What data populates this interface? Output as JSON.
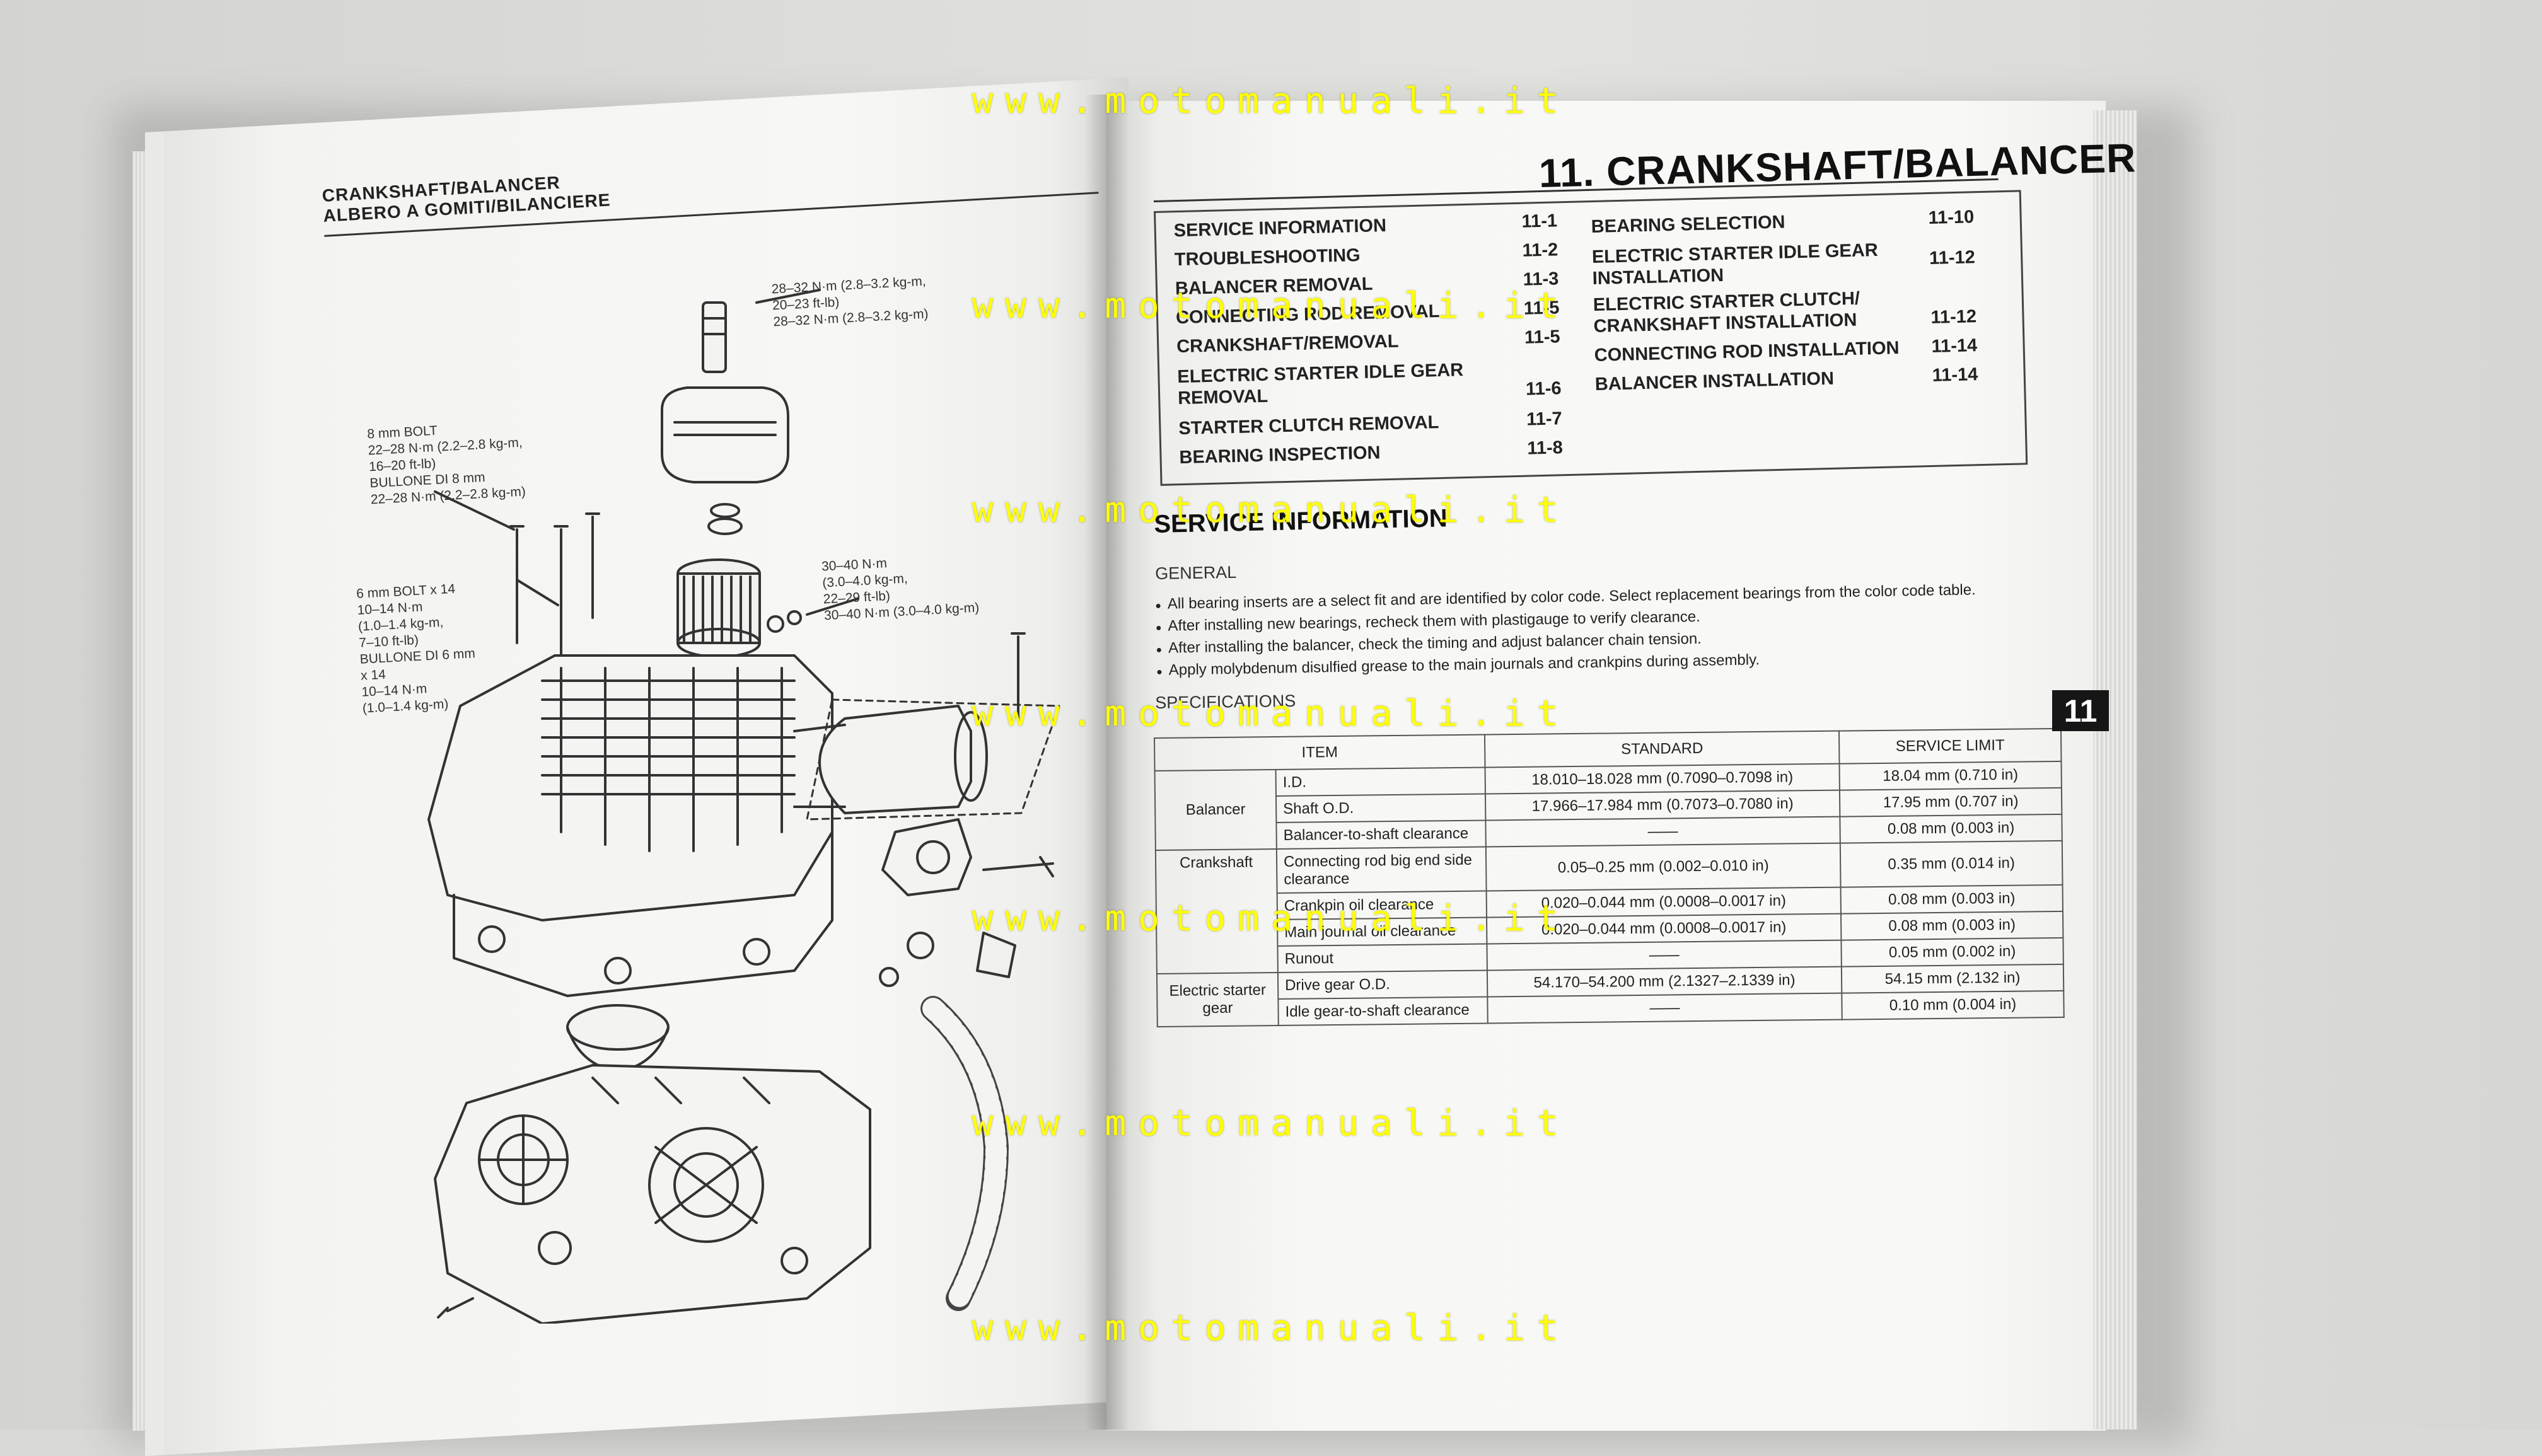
{
  "left_page": {
    "header_line1": "CRANKSHAFT/BALANCER",
    "header_line2": "ALBERO A GOMITI/BILANCIERE",
    "callouts": {
      "torque_top": "28–32 N·m (2.8–3.2 kg-m,\n20–23 ft-lb)\n28–32 N·m (2.8–3.2 kg-m)",
      "bolt_8mm": "8 mm BOLT\n22–28 N·m (2.2–2.8 kg-m,\n16–20 ft-lb)\nBULLONE DI 8 mm\n22–28 N·m (2.2–2.8 kg-m)",
      "bolt_6mm": "6 mm BOLT x 14\n10–14 N·m\n(1.0–1.4 kg-m,\n7–10 ft-lb)\nBULLONE DI 6 mm\nx 14\n10–14 N·m\n(1.0–1.4 kg-m)",
      "torque_right": "30–40 N·m\n(3.0–4.0 kg-m,\n22–29 ft-lb)\n30–40 N·m (3.0–4.0 kg-m)"
    }
  },
  "right_page": {
    "chapter_title": "11. CRANKSHAFT/BALANCER",
    "toc_left": [
      {
        "label": "SERVICE INFORMATION",
        "page": "11-1"
      },
      {
        "label": "TROUBLESHOOTING",
        "page": "11-2"
      },
      {
        "label": "BALANCER REMOVAL",
        "page": "11-3"
      },
      {
        "label": "CONNECTING ROD REMOVAL",
        "page": "11-5"
      },
      {
        "label": "CRANKSHAFT/REMOVAL",
        "page": "11-5"
      },
      {
        "label": "ELECTRIC STARTER IDLE GEAR\nREMOVAL",
        "page": "11-6"
      },
      {
        "label": "STARTER CLUTCH REMOVAL",
        "page": "11-7"
      },
      {
        "label": "BEARING INSPECTION",
        "page": "11-8"
      }
    ],
    "toc_right": [
      {
        "label": "BEARING SELECTION",
        "page": "11-10"
      },
      {
        "label": "ELECTRIC STARTER IDLE GEAR\nINSTALLATION",
        "page": "11-12"
      },
      {
        "label": "ELECTRIC STARTER CLUTCH/\nCRANKSHAFT INSTALLATION",
        "page": "11-12"
      },
      {
        "label": "CONNECTING ROD INSTALLATION",
        "page": "11-14"
      },
      {
        "label": "BALANCER INSTALLATION",
        "page": "11-14"
      }
    ],
    "section_title": "SERVICE INFORMATION",
    "general_label": "GENERAL",
    "bullets": [
      "All bearing inserts are a select fit and are identified by color code. Select replacement bearings from the color code table.",
      "After installing new bearings, recheck them with plastigauge to verify clearance.",
      "After installing the balancer, check the timing and adjust balancer chain tension.",
      "Apply molybdenum disulfied grease to the main journals and crankpins during assembly."
    ],
    "specifications_label": "SPECIFICATIONS",
    "tab_number": "11",
    "spec_table": {
      "headers": {
        "item": "ITEM",
        "standard": "STANDARD",
        "limit": "SERVICE LIMIT"
      },
      "groups": [
        {
          "category": "Balancer",
          "rows": [
            {
              "item": "I.D.",
              "standard": "18.010–18.028 mm (0.7090–0.7098 in)",
              "limit": "18.04 mm (0.710 in)"
            },
            {
              "item": "Shaft O.D.",
              "standard": "17.966–17.984 mm (0.7073–0.7080 in)",
              "limit": "17.95 mm (0.707 in)"
            },
            {
              "item": "Balancer-to-shaft clearance",
              "standard": "——",
              "limit": "0.08 mm (0.003 in)"
            }
          ]
        },
        {
          "category": "Crankshaft",
          "rows": [
            {
              "item": "Connecting rod big end side clearance",
              "standard": "0.05–0.25 mm (0.002–0.010 in)",
              "limit": "0.35 mm (0.014 in)"
            },
            {
              "item": "Crankpin oil clearance",
              "standard": "0.020–0.044 mm (0.0008–0.0017 in)",
              "limit": "0.08 mm (0.003 in)"
            },
            {
              "item": "Main journal oil clearance",
              "standard": "0.020–0.044 mm (0.0008–0.0017 in)",
              "limit": "0.08 mm (0.003 in)"
            },
            {
              "item": "Runout",
              "standard": "——",
              "limit": "0.05 mm (0.002 in)"
            }
          ]
        },
        {
          "category": "Electric starter gear",
          "rows": [
            {
              "item": "Drive gear O.D.",
              "standard": "54.170–54.200 mm (2.1327–2.1339 in)",
              "limit": "54.15 mm (2.132 in)"
            },
            {
              "item": "Idle gear-to-shaft clearance",
              "standard": "——",
              "limit": "0.10 mm (0.004 in)"
            }
          ]
        }
      ]
    }
  },
  "watermark": "www.motomanuali.it",
  "colors": {
    "watermark": "#ffff00",
    "paper": "#f7f7f5",
    "ink": "#222222",
    "tab": "#161616"
  }
}
